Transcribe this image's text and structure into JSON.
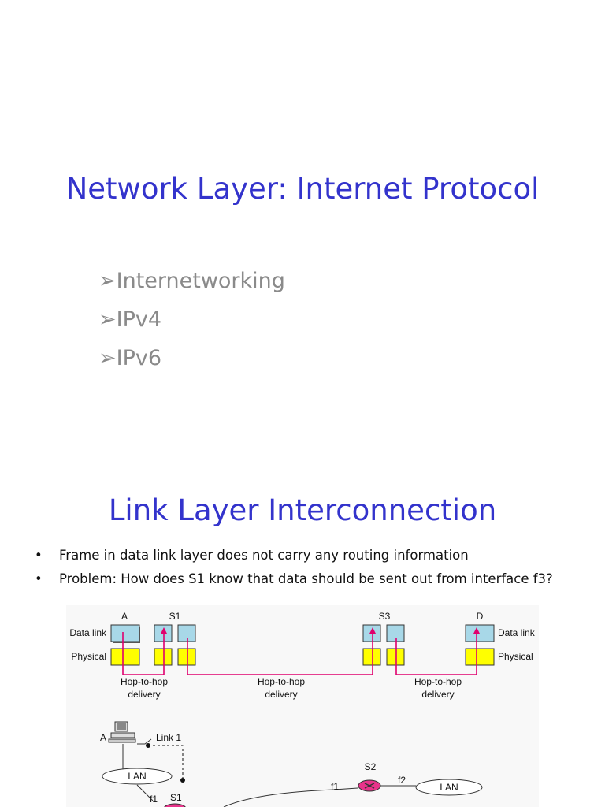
{
  "slide1": {
    "title": "Network Layer: Internet Protocol",
    "bullets": [
      "Internetworking",
      "IPv4",
      "IPv6"
    ],
    "bullet_marker": "➢"
  },
  "slide2": {
    "title": "Link Layer Interconnection",
    "bullets": [
      "Frame in data link layer does not carry any routing information",
      "Problem: How does S1 know that data should be sent out from interface f3?"
    ],
    "bullet_marker": "•"
  },
  "figure": {
    "nodes": {
      "a": "A",
      "s1": "S1",
      "s3": "S3",
      "d": "D"
    },
    "layers": {
      "data_link": "Data link",
      "physical": "Physical"
    },
    "hop_line1": "Hop-to-hop",
    "hop_line2": "delivery",
    "network": {
      "a": "A",
      "link1": "Link 1",
      "lan": "LAN",
      "s2": "S2",
      "f1": "f1",
      "f2": "f2",
      "s1": "S1"
    },
    "colors": {
      "data_link_box": "#a8d8e8",
      "physical_box": "#ffff00",
      "path": "#e0006e",
      "router": "#e8338a"
    }
  }
}
